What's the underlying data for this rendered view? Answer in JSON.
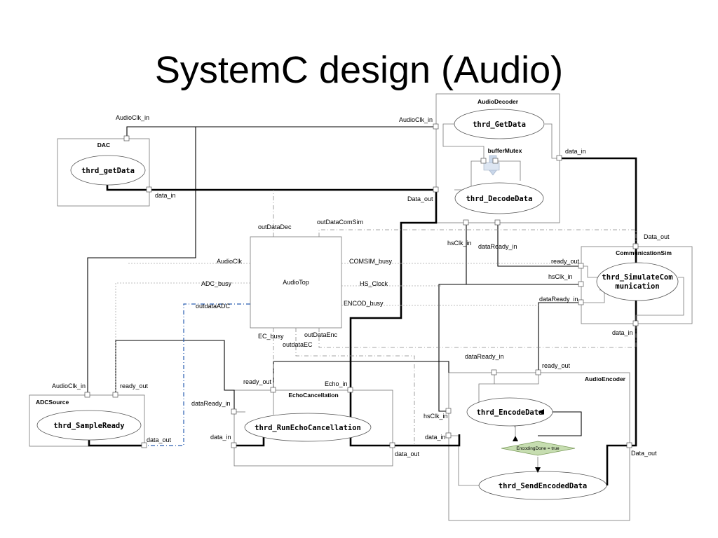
{
  "title": "SystemC design (Audio)",
  "blocks": {
    "dac": "DAC",
    "audio_decoder": "AudioDecoder",
    "audio_top": "AudioTop",
    "communication_sim": "CommunicationSim",
    "adc_source": "ADCSource",
    "echo_cancellation": "EchoCancellation",
    "audio_encoder": "AudioEncoder"
  },
  "processes": {
    "dac_get": "thrd_getData",
    "dec_get": "thrd_GetData",
    "dec_decode": "thrd_DecodeData",
    "comm_sim_1": "thrd_SimulateCom",
    "comm_sim_2": "munication",
    "adc_ready": "thrd_SampleReady",
    "echo_run": "thrd_RunEchoCancellation",
    "enc_encode": "thrd_EncodeData",
    "enc_send": "thrd_SendEncodedData"
  },
  "mutex": "bufferMutex",
  "decision": "EncodingDone = true",
  "labels": {
    "dac_audioclk_in": "AudioClk_in",
    "dac_data_in": "data_in",
    "dec_audioclk_in": "AudioClk_in",
    "dec_data_in": "data_in",
    "dec_data_out": "Data_out",
    "top_outdatadec": "outDataDec",
    "top_outdatacomsim": "outDataComSim",
    "top_audioclk": "AudioClk",
    "top_comsim_busy": "COMSIM_busy",
    "top_adc_busy": "ADC_busy",
    "top_hs_clock": "HS_Clock",
    "top_outdataadc": "outdataADC",
    "top_encod_busy": "ENCOD_busy",
    "top_ec_busy": "EC_busy",
    "top_outdataenc": "outDataEnc",
    "top_outdataec": "outdataEC",
    "hsclk_in_mid": "hsClk_in",
    "dataready_in_mid": "dataReady_in",
    "comm_data_out": "Data_out",
    "comm_ready_out": "ready_out",
    "comm_hsclk_in": "hsClk_in",
    "comm_dataready_in": "dataReady_in",
    "comm_data_in": "data_in",
    "enc_dataready_in": "dataReady_in",
    "enc_ready_out": "ready_out",
    "adc_audioclk_in": "AudioClk_in",
    "adc_ready_out": "ready_out",
    "adc_data_out": "data_out",
    "echo_ready_out": "ready_out",
    "echo_echo_in": "Echo_in",
    "echo_dataready_in": "dataReady_in",
    "echo_data_in": "data_in",
    "echo_data_out": "data_out",
    "enc_hsclk_in": "hsClk_in",
    "enc_data_in": "data_in",
    "enc_data_out": "Data_out"
  }
}
